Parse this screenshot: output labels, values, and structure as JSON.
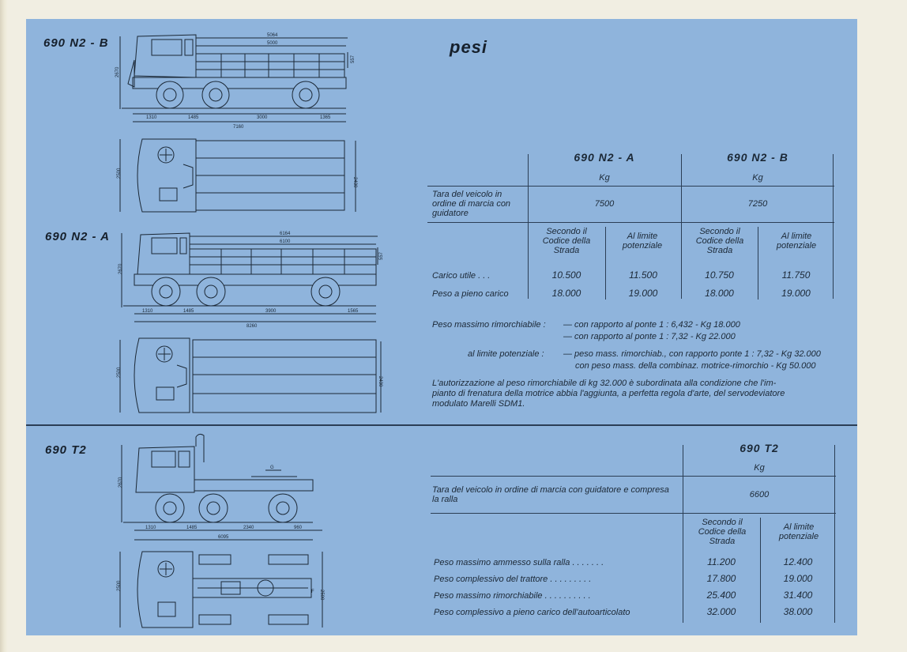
{
  "page_title": "pesi",
  "labels": {
    "n2b": "690 N2 - B",
    "n2a": "690 N2 - A",
    "t2": "690 T2"
  },
  "dims": {
    "n2b": {
      "overall": "5064",
      "body": "5000",
      "side": "557",
      "height": "2670",
      "axle1": "1310",
      "axle2": "1485",
      "axle3": "3000",
      "rear": "1365",
      "total": "7160",
      "width": "2500",
      "width2": "2430"
    },
    "n2a": {
      "overall": "6164",
      "body": "6100",
      "side": "557",
      "height": "2670",
      "axle1": "1310",
      "axle2": "1485",
      "axle3": "3900",
      "rear": "1565",
      "total": "8260",
      "width": "2500",
      "width2": "2430"
    },
    "t2": {
      "height": "2670",
      "g": "G",
      "axle1": "1310",
      "axle2": "1485",
      "axle3": "2340",
      "rear": "960",
      "total": "6095",
      "width": "2500",
      "width2": "2500",
      "f": "F"
    }
  },
  "table1": {
    "col_a": "690 N2 - A",
    "col_b": "690 N2 - B",
    "unit": "Kg",
    "tara_label": "Tara del veicolo in ordine di marcia con guidatore",
    "tara_a": "7500",
    "tara_b": "7250",
    "sub1": "Secondo il Codice della Strada",
    "sub2": "Al limite potenziale",
    "rows": [
      {
        "label": "Carico utile . . .",
        "v": [
          "10.500",
          "11.500",
          "10.750",
          "11.750"
        ]
      },
      {
        "label": "Peso a pieno carico",
        "v": [
          "18.000",
          "19.000",
          "18.000",
          "19.000"
        ]
      }
    ]
  },
  "notes": {
    "l1a": "Peso massimo rimorchiabile :",
    "l1b": "— con rapporto al ponte 1 : 6,432 - Kg 18.000",
    "l2b": "— con rapporto al ponte 1 : 7,32  - Kg 22.000",
    "l3a": "al limite potenziale :",
    "l3b": "— peso mass. rimorchiab., con rapporto ponte 1 : 7,32 - Kg 32.000",
    "l4b": "con peso mass. della combinaz. motrice-rimorchio - Kg 50.000",
    "para1": "L'autorizzazione al peso rimorchiabile di kg 32.000 è subordinata alla condizione che l'im-",
    "para2": "pianto di frenatura della motrice abbia l'aggiunta, a perfetta regola d'arte, del servodeviatore",
    "para3": "modulato Marelli SDM1."
  },
  "table2": {
    "col": "690 T2",
    "unit": "Kg",
    "tara_label": "Tara del veicolo in ordine di marcia con guidatore e compresa la ralla",
    "tara": "6600",
    "sub1": "Secondo il Codice della Strada",
    "sub2": "Al limite potenziale",
    "rows": [
      {
        "label": "Peso massimo ammesso sulla ralla . . . . . . .",
        "v": [
          "11.200",
          "12.400"
        ]
      },
      {
        "label": "Peso complessivo del trattore . . . . . . . . .",
        "v": [
          "17.800",
          "19.000"
        ]
      },
      {
        "label": "Peso massimo rimorchiabile . . . . . . . . . .",
        "v": [
          "25.400",
          "31.400"
        ]
      },
      {
        "label": "Peso complessivo a pieno carico dell'autoarticolato",
        "v": [
          "32.000",
          "38.000"
        ]
      }
    ]
  }
}
